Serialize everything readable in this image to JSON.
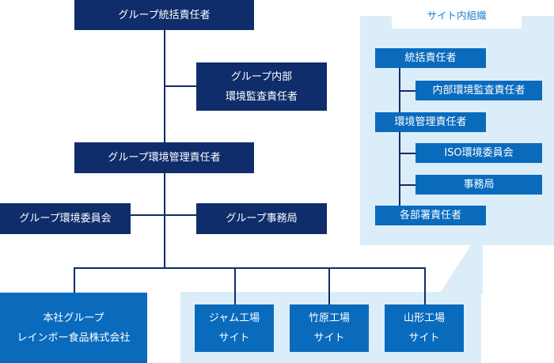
{
  "chart": {
    "group_head": "グループ統括責任者",
    "internal_audit": [
      "グループ内部",
      "環境監査責任者"
    ],
    "env_manager": "グループ環境管理責任者",
    "env_committee": "グループ環境委員会",
    "secretariat": "グループ事務局",
    "head_office": [
      "本社グループ",
      "レインボー食品株式会社"
    ],
    "sites": [
      [
        "ジャム工場",
        "サイト"
      ],
      [
        "竹原工場",
        "サイト"
      ],
      [
        "山形工場",
        "サイト"
      ]
    ]
  },
  "site_org": {
    "title": "サイト内組織",
    "head": "統括責任者",
    "internal_audit": "内部環境監査責任者",
    "env_manager": "環境管理責任者",
    "iso_committee": "ISO環境委員会",
    "secretariat": "事務局",
    "dept_heads": "各部署責任者"
  },
  "colors": {
    "navy": "#0f2d6b",
    "blue": "#0a6bbd",
    "panel": "#dcedfa",
    "title_text": "#1a7fd0"
  }
}
